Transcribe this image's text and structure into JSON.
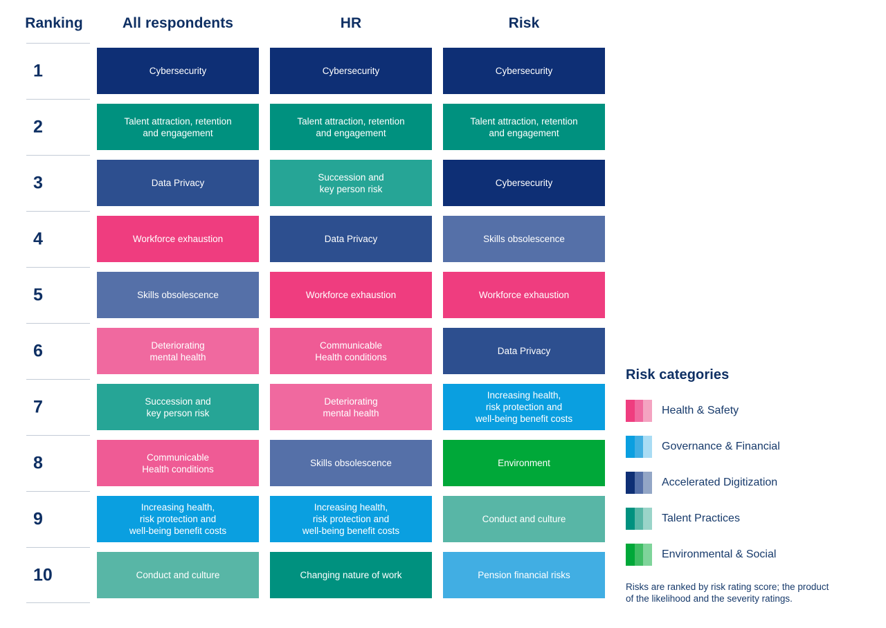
{
  "headers": {
    "ranking": "Ranking",
    "columns": [
      "All respondents",
      "HR",
      "Risk"
    ]
  },
  "ranks": [
    "1",
    "2",
    "3",
    "4",
    "5",
    "6",
    "7",
    "8",
    "9",
    "10"
  ],
  "palette": {
    "navy_dark": "#0e2f75",
    "navy_mid": "#2d4f8f",
    "slate_blue": "#5570a8",
    "teal_dark": "#00917f",
    "teal_mid": "#26a596",
    "teal_light": "#58b6a6",
    "pink_strong": "#ef3d7f",
    "pink_mid": "#f0699f",
    "pink_light": "#f4a3c1",
    "blue_bright": "#0a9fe0",
    "blue_light": "#41aee3",
    "blue_pale": "#8ed2f0",
    "green_strong": "#00a839",
    "green_mid": "#3fbd64",
    "green_light": "#7fd49a",
    "text_navy": "#0e2f63",
    "rule": "#c3cbd6"
  },
  "columns": [
    {
      "name": "All respondents",
      "cells": [
        {
          "label": "Cybersecurity",
          "color": "#0e2f75",
          "category": "Accelerated Digitization"
        },
        {
          "label": "Talent attraction, retention\nand engagement",
          "color": "#00917f",
          "category": "Talent Practices"
        },
        {
          "label": "Data Privacy",
          "color": "#2d4f8f",
          "category": "Accelerated Digitization"
        },
        {
          "label": "Workforce exhaustion",
          "color": "#ef3d7f",
          "category": "Health & Safety"
        },
        {
          "label": "Skills obsolescence",
          "color": "#5570a8",
          "category": "Accelerated Digitization"
        },
        {
          "label": "Deteriorating\nmental health",
          "color": "#f0699f",
          "category": "Health & Safety"
        },
        {
          "label": "Succession and\nkey person risk",
          "color": "#26a596",
          "category": "Talent Practices"
        },
        {
          "label": "Communicable\nHealth conditions",
          "color": "#ef5b95",
          "category": "Health & Safety"
        },
        {
          "label": "Increasing health,\nrisk protection and\nwell-being benefit costs",
          "color": "#0a9fe0",
          "category": "Governance & Financial"
        },
        {
          "label": "Conduct and culture",
          "color": "#58b6a6",
          "category": "Talent Practices"
        }
      ]
    },
    {
      "name": "HR",
      "cells": [
        {
          "label": "Cybersecurity",
          "color": "#0e2f75",
          "category": "Accelerated Digitization"
        },
        {
          "label": "Talent attraction, retention\nand engagement",
          "color": "#00917f",
          "category": "Talent Practices"
        },
        {
          "label": "Succession and\nkey person risk",
          "color": "#26a596",
          "category": "Talent Practices"
        },
        {
          "label": "Data Privacy",
          "color": "#2d4f8f",
          "category": "Accelerated Digitization"
        },
        {
          "label": "Workforce exhaustion",
          "color": "#ef3d7f",
          "category": "Health & Safety"
        },
        {
          "label": "Communicable\nHealth conditions",
          "color": "#ef5b95",
          "category": "Health & Safety"
        },
        {
          "label": "Deteriorating\nmental health",
          "color": "#f0699f",
          "category": "Health & Safety"
        },
        {
          "label": "Skills obsolescence",
          "color": "#5570a8",
          "category": "Accelerated Digitization"
        },
        {
          "label": "Increasing health,\nrisk protection and\nwell-being benefit costs",
          "color": "#0a9fe0",
          "category": "Governance & Financial"
        },
        {
          "label": "Changing nature of work",
          "color": "#00917f",
          "category": "Talent Practices"
        }
      ]
    },
    {
      "name": "Risk",
      "cells": [
        {
          "label": "Cybersecurity",
          "color": "#0e2f75",
          "category": "Accelerated Digitization"
        },
        {
          "label": "Talent attraction, retention\nand engagement",
          "color": "#00917f",
          "category": "Talent Practices"
        },
        {
          "label": "Cybersecurity",
          "color": "#0e2f75",
          "category": "Accelerated Digitization"
        },
        {
          "label": "Skills obsolescence",
          "color": "#5570a8",
          "category": "Accelerated Digitization"
        },
        {
          "label": "Workforce exhaustion",
          "color": "#ef3d7f",
          "category": "Health & Safety"
        },
        {
          "label": "Data Privacy",
          "color": "#2d4f8f",
          "category": "Accelerated Digitization"
        },
        {
          "label": "Increasing health,\nrisk protection and\nwell-being benefit costs",
          "color": "#0a9fe0",
          "category": "Governance & Financial"
        },
        {
          "label": "Environment",
          "color": "#00a839",
          "category": "Environmental & Social"
        },
        {
          "label": "Conduct and culture",
          "color": "#58b6a6",
          "category": "Talent Practices"
        },
        {
          "label": "Pension financial risks",
          "color": "#41aee3",
          "category": "Governance & Financial"
        }
      ]
    }
  ],
  "legend": {
    "title": "Risk categories",
    "items": [
      {
        "label": "Health & Safety",
        "colors": [
          "#ef3d7f",
          "#f0699f",
          "#f4a3c1"
        ]
      },
      {
        "label": "Governance & Financial",
        "colors": [
          "#0a9fe0",
          "#41aee3",
          "#a9dcf4"
        ]
      },
      {
        "label": "Accelerated Digitization",
        "colors": [
          "#0e2f75",
          "#5570a8",
          "#93a6c6"
        ]
      },
      {
        "label": "Talent Practices",
        "colors": [
          "#00917f",
          "#58b6a6",
          "#9ad4c9"
        ]
      },
      {
        "label": "Environmental & Social",
        "colors": [
          "#00a839",
          "#3fbd64",
          "#7fd49a"
        ]
      }
    ],
    "note": "Risks are ranked by risk rating score; the product\nof the likelihood and the severity ratings."
  },
  "chart_data": {
    "type": "table",
    "title": "Top 10 risks by respondent group",
    "columns": [
      "Ranking",
      "All respondents",
      "HR",
      "Risk"
    ],
    "rows": [
      [
        "1",
        "Cybersecurity",
        "Cybersecurity",
        "Cybersecurity"
      ],
      [
        "2",
        "Talent attraction, retention and engagement",
        "Talent attraction, retention and engagement",
        "Talent attraction, retention and engagement"
      ],
      [
        "3",
        "Data Privacy",
        "Succession and key person risk",
        "Cybersecurity"
      ],
      [
        "4",
        "Workforce exhaustion",
        "Data Privacy",
        "Skills obsolescence"
      ],
      [
        "5",
        "Skills obsolescence",
        "Workforce exhaustion",
        "Workforce exhaustion"
      ],
      [
        "6",
        "Deteriorating mental health",
        "Communicable Health conditions",
        "Data Privacy"
      ],
      [
        "7",
        "Succession and key person risk",
        "Deteriorating mental health",
        "Increasing health, risk protection and well-being benefit costs"
      ],
      [
        "8",
        "Communicable Health conditions",
        "Skills obsolescence",
        "Environment"
      ],
      [
        "9",
        "Increasing health, risk protection and well-being benefit costs",
        "Increasing health, risk protection and well-being benefit costs",
        "Conduct and culture"
      ],
      [
        "10",
        "Conduct and culture",
        "Changing nature of work",
        "Pension financial risks"
      ]
    ],
    "categories": [
      "Health & Safety",
      "Governance & Financial",
      "Accelerated Digitization",
      "Talent Practices",
      "Environmental & Social"
    ],
    "note": "Risks are ranked by risk rating score; the product of the likelihood and the severity ratings."
  }
}
